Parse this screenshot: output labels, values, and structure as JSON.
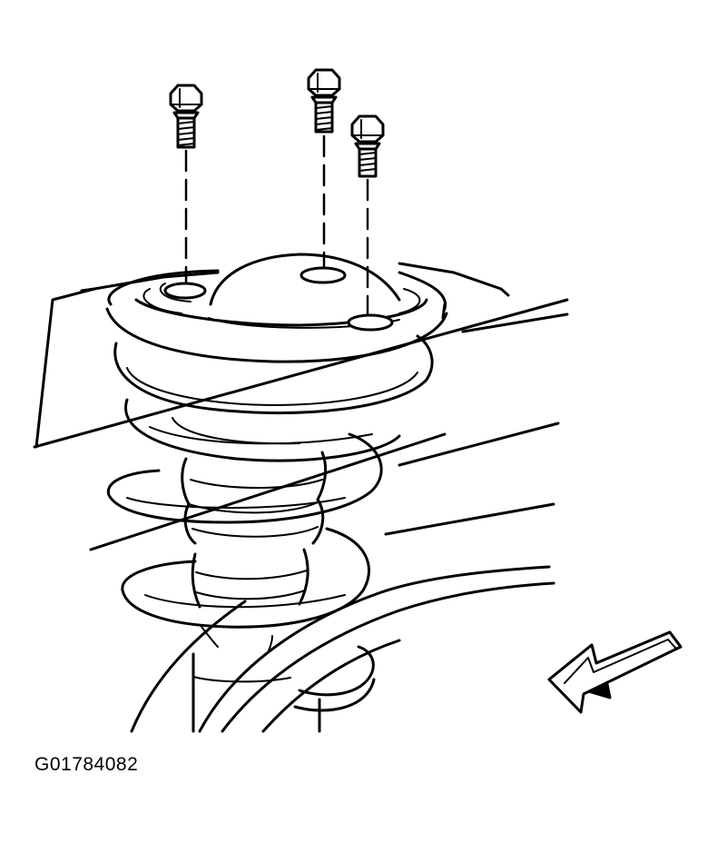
{
  "figure": {
    "id_label": "G01784082",
    "line_color": "#000000",
    "background": "#ffffff"
  },
  "parts": {
    "bolts": [
      "bolt",
      "bolt",
      "bolt"
    ],
    "assembly": "strut-and-coil-spring",
    "direction_indicator": "arrow-pointing-down-left"
  }
}
